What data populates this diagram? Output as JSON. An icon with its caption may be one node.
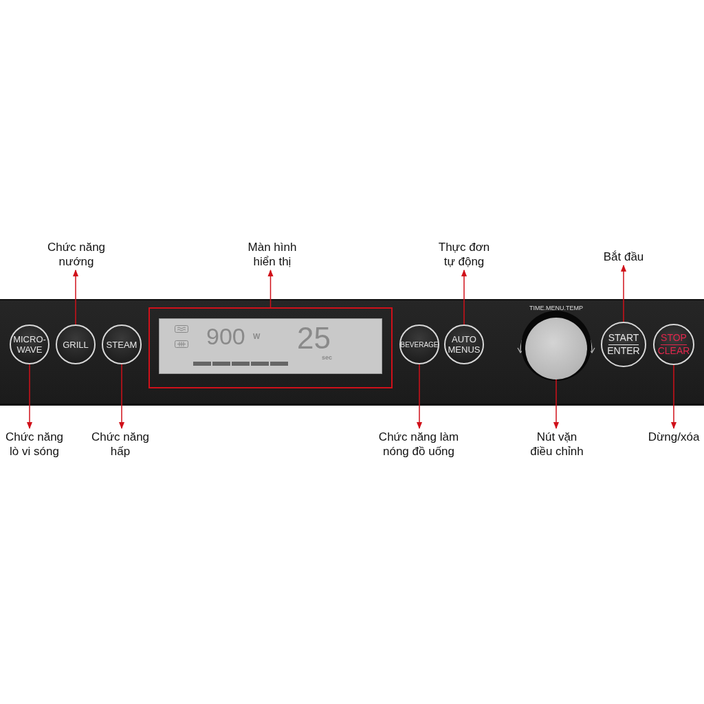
{
  "diagram": {
    "nodes": [
      {
        "text": [
          "Chức năng nướng"
        ]
      },
      {
        "text": [
          "Màn hình hiển thị"
        ]
      },
      {
        "text": [
          "Thực đơn tự động"
        ]
      },
      {
        "text": [
          "Bắt đầu"
        ]
      },
      {
        "text": [
          "MICRO- WAVE"
        ]
      },
      {
        "text": [
          "GRILL"
        ]
      },
      {
        "text": [
          "STEAM"
        ]
      },
      {
        "text": [
          "900",
          "W",
          "25",
          "sec"
        ]
      },
      {
        "text": [
          "BEVERAGE"
        ]
      },
      {
        "text": [
          "AUTO MENUS"
        ]
      },
      {
        "text": [],
        "shape": "circle",
        "beside": [
          "TIME.MENU.TEMP"
        ]
      },
      {
        "text": [
          "START",
          "ENTER"
        ]
      },
      {
        "text": [
          "STOP",
          "CLEAR"
        ]
      },
      {
        "text": [
          "Chức năng lò vi sóng"
        ]
      },
      {
        "text": [
          "Chức năng hấp"
        ]
      },
      {
        "text": [
          "Chức năng làm nóng đồ uống"
        ]
      },
      {
        "text": [
          "Nút vặn điều chỉnh"
        ]
      },
      {
        "text": [
          "Dừng/xóa"
        ]
      }
    ],
    "edges": [
      {
        "from": 5,
        "to": 0,
        "arrow": "to"
      },
      {
        "from": 7,
        "to": 1,
        "arrow": "to"
      },
      {
        "from": 9,
        "to": 2,
        "arrow": "to"
      },
      {
        "from": 11,
        "to": 3,
        "arrow": "to"
      },
      {
        "from": 4,
        "to": 13,
        "arrow": "to"
      },
      {
        "from": 6,
        "to": 14,
        "arrow": "to"
      },
      {
        "from": 8,
        "to": 15,
        "arrow": "to"
      },
      {
        "from": 10,
        "to": 16,
        "arrow": "to"
      },
      {
        "from": 12,
        "to": 17,
        "arrow": "to"
      }
    ]
  }
}
